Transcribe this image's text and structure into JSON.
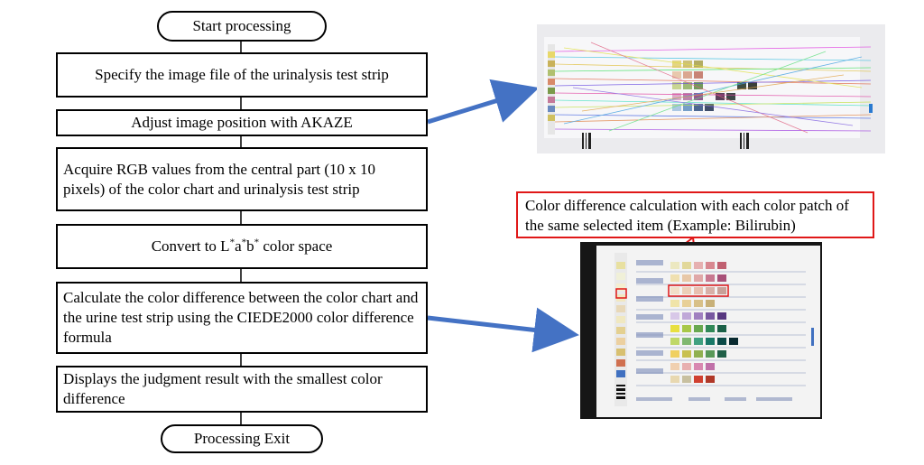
{
  "flowchart": {
    "start": "Start processing",
    "steps": [
      "Specify the image file of the urinalysis test strip",
      "Adjust image position with AKAZE",
      "Acquire RGB values from the central part (10 x 10 pixels) of the color chart and urinalysis test strip",
      {
        "pre": "Convert to L",
        "s1": "*",
        "a": "a",
        "s2": "*",
        "b": "b",
        "s3": "*",
        "post": " color space"
      },
      "Calculate the color difference between the color chart and the urine test strip using the CIEDE2000 color difference formula",
      "Displays the judgment result with the smallest color difference"
    ],
    "end": "Processing Exit"
  },
  "callout": "Color difference calculation with each color patch of the same selected item (Example: Bilirubin)",
  "colors": {
    "arrow": "#4472c4",
    "callout_border": "#e01818",
    "line": "#000000"
  }
}
